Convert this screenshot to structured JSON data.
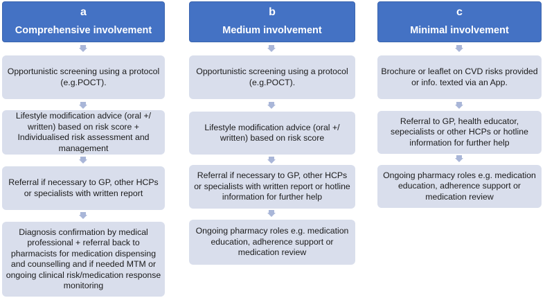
{
  "colors": {
    "header_bg": "#4472c4",
    "box_bg": "#d9deec",
    "arrow": "#a9b6d8"
  },
  "columns": [
    {
      "letter": "a",
      "title": "Comprehensive involvement",
      "steps": [
        "Opportunistic screening using a protocol (e.g.POCT).",
        "Lifestyle modification advice (oral +/ written) based on risk score + Individualised risk assessment and management",
        "Referral if necessary to GP, other HCPs or specialists with written report",
        "Diagnosis confirmation by medical professional + referral back to pharmacists for medication dispensing and counselling and if needed MTM or ongoing clinical risk/medication response monitoring"
      ]
    },
    {
      "letter": "b",
      "title": "Medium involvement",
      "steps": [
        "Opportunistic screening using a protocol (e.g.POCT).",
        "Lifestyle modification advice (oral +/ written) based on risk score",
        "Referral if necessary to GP, other HCPs or specialists with written report or hotline information for further help",
        "Ongoing pharmacy roles e.g. medication education, adherence support or medication review"
      ]
    },
    {
      "letter": "c",
      "title": "Minimal involvement",
      "steps": [
        "Brochure or leaflet on CVD risks provided or info. texted via an App.",
        "Referral to GP, health educator, sepecialists or other HCPs or hotline information for further help",
        "Ongoing pharmacy roles e.g. medication education, adherence support or medication review"
      ]
    }
  ]
}
